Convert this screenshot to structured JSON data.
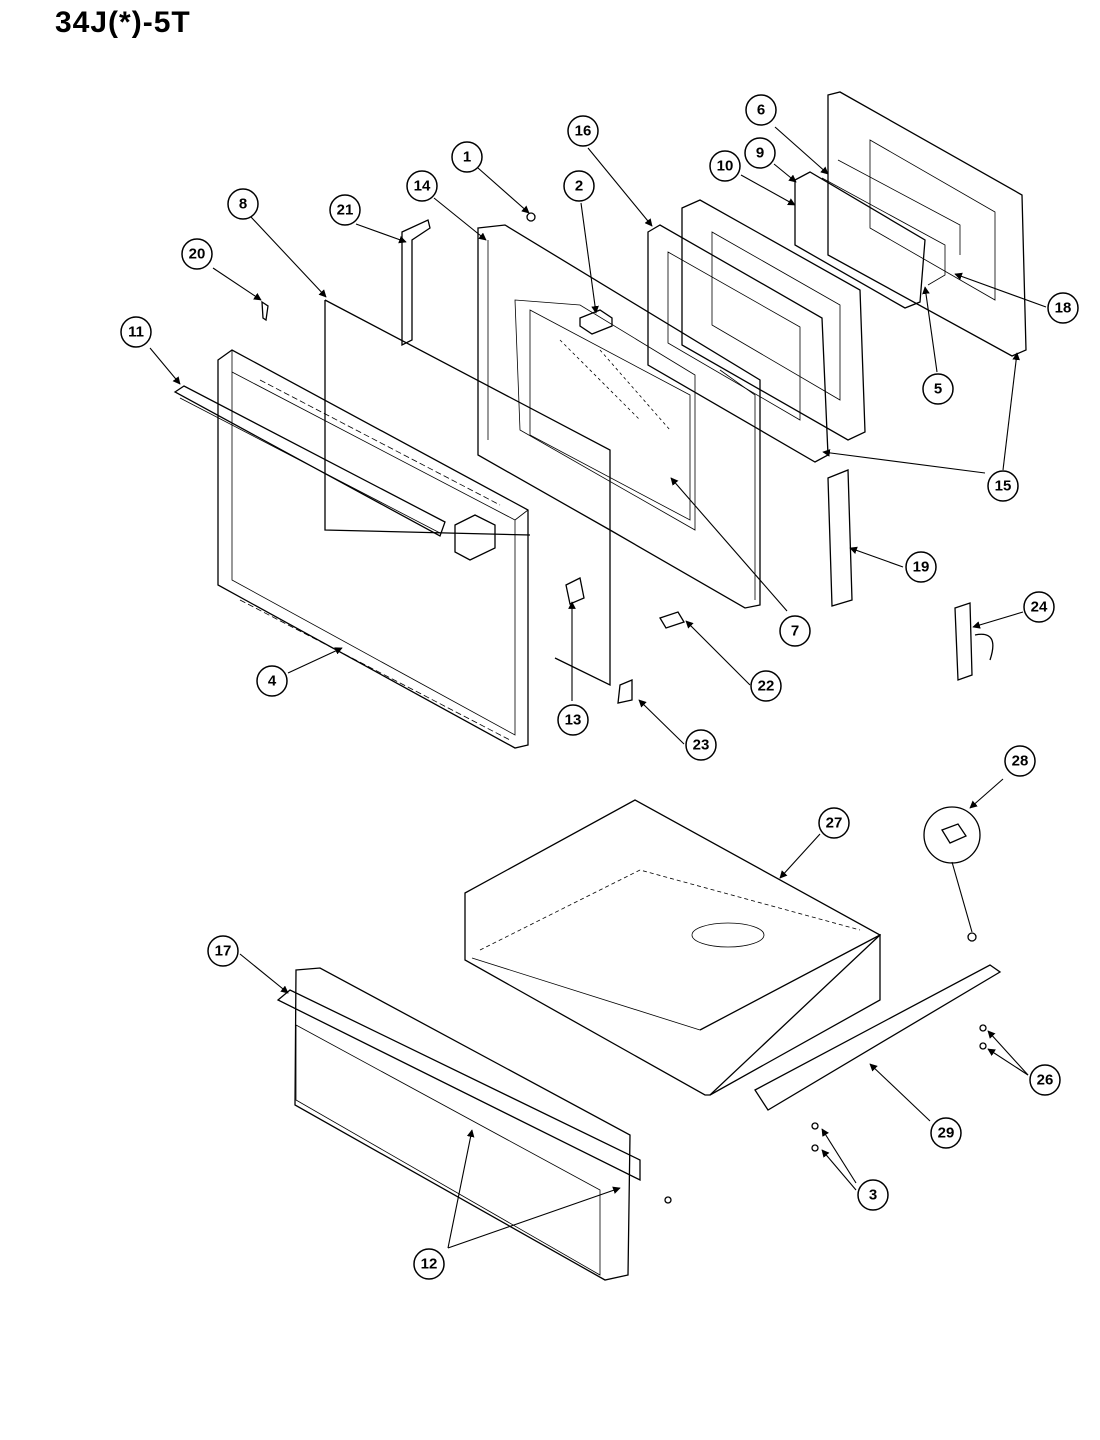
{
  "title": "34J(*)-5T",
  "callouts": [
    {
      "label": "1"
    },
    {
      "label": "2"
    },
    {
      "label": "3"
    },
    {
      "label": "4"
    },
    {
      "label": "5"
    },
    {
      "label": "6"
    },
    {
      "label": "7"
    },
    {
      "label": "8"
    },
    {
      "label": "9"
    },
    {
      "label": "10"
    },
    {
      "label": "11"
    },
    {
      "label": "12"
    },
    {
      "label": "13"
    },
    {
      "label": "14"
    },
    {
      "label": "15"
    },
    {
      "label": "16"
    },
    {
      "label": "17"
    },
    {
      "label": "18"
    },
    {
      "label": "19"
    },
    {
      "label": "20"
    },
    {
      "label": "21"
    },
    {
      "label": "22"
    },
    {
      "label": "23"
    },
    {
      "label": "24"
    },
    {
      "label": "26"
    },
    {
      "label": "27"
    },
    {
      "label": "28"
    },
    {
      "label": "29"
    }
  ]
}
